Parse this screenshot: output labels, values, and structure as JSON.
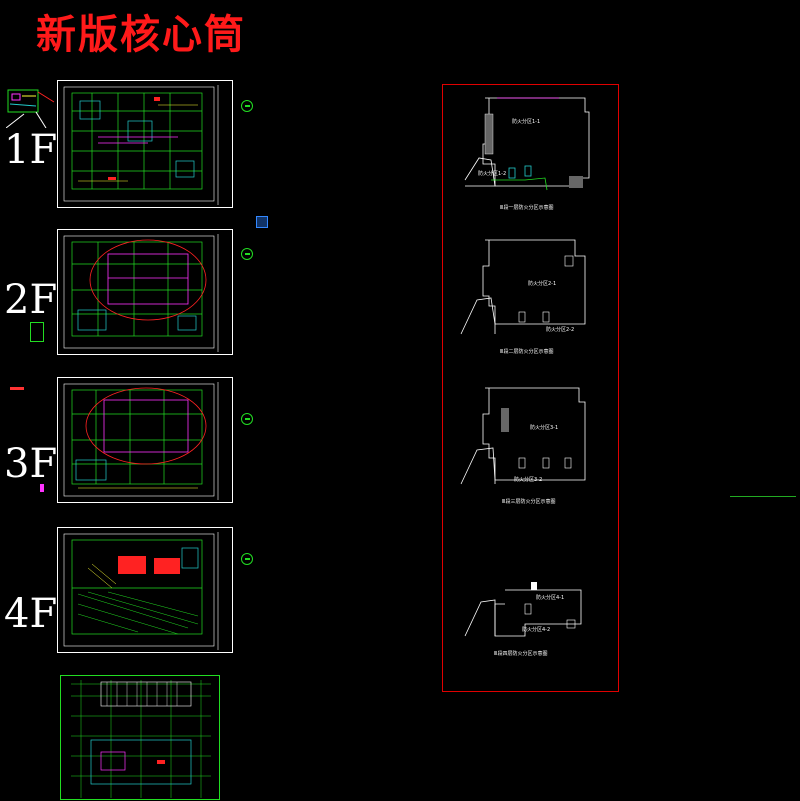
{
  "title": "新版核心筒",
  "floors": [
    {
      "label": "1F",
      "zones": [
        "防火分区1-1",
        "防火分区1-2"
      ],
      "caption": "Ⅲ段一层防火分区示意图"
    },
    {
      "label": "2F",
      "zones": [
        "防火分区2-1",
        "防火分区2-2"
      ],
      "caption": "Ⅲ段二层防火分区示意图"
    },
    {
      "label": "3F",
      "zones": [
        "防火分区3-1",
        "防火分区3-2"
      ],
      "caption": "Ⅲ段三层防火分区示意图"
    },
    {
      "label": "4F",
      "zones": [
        "防火分区4-1",
        "防火分区4-2"
      ],
      "caption": "Ⅲ段四层防火分区示意图"
    }
  ],
  "colors": {
    "title": "#ff1a1a",
    "frame": "#e00000",
    "drawing_green": "#22dd22",
    "drawing_cyan": "#22cccc",
    "drawing_magenta": "#ff33ff",
    "drawing_red": "#ff2222",
    "drawing_yellow": "#ffff33"
  }
}
